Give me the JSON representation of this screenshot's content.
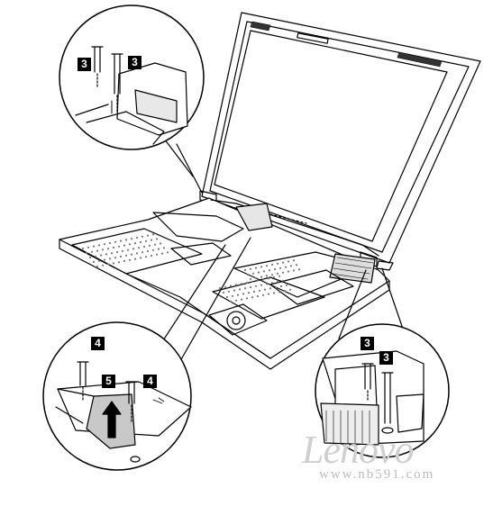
{
  "callouts": {
    "top_left": [
      "3",
      "3"
    ],
    "bottom_left_side": [
      "4",
      "4"
    ],
    "bottom_left_center": "5",
    "bottom_right": [
      "3",
      "3"
    ]
  },
  "watermark": {
    "url_text": "www.nb591.com"
  },
  "colors": {
    "line": "#000000",
    "panel_gray": "#c8c8c8",
    "badge_bg": "#000000",
    "badge_text": "#ffffff"
  }
}
